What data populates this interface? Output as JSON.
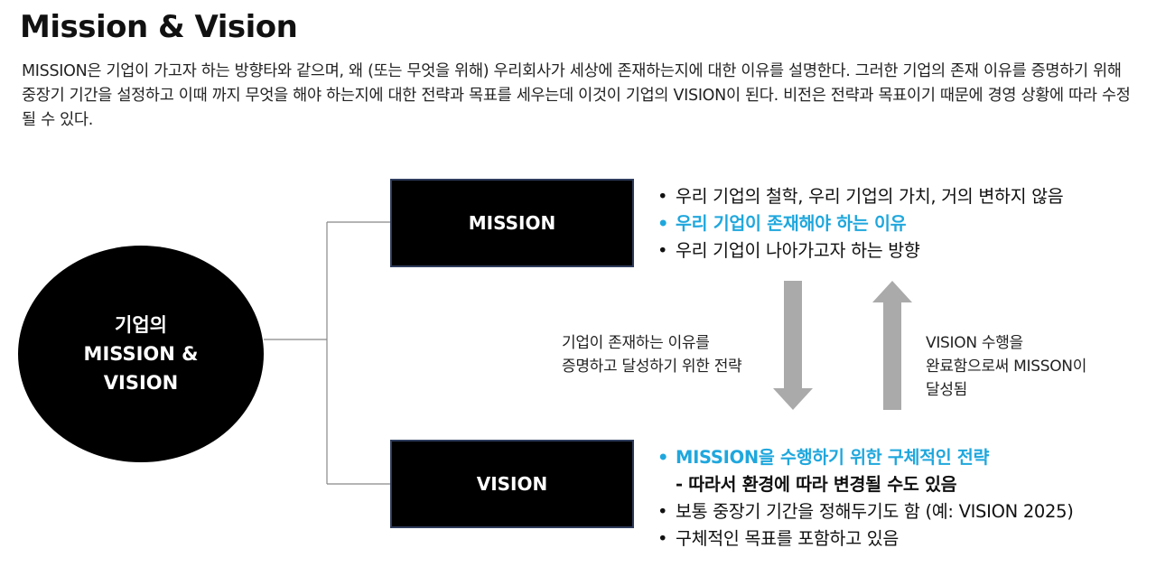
{
  "title": "Mission & Vision",
  "intro": "MISSION은 기업이 가고자 하는 방향타와 같으며, 왜 (또는 무엇을 위해) 우리회사가 세상에 존재하는지에 대한 이유를 설명한다. 그러한 기업의 존재 이유를 증명하기 위해 중장기 기간을 설정하고 이때 까지 무엇을 해야 하는지에 대한 전략과 목표를 세우는데 이것이 기업의 VISION이 된다. 비전은 전략과 목표이기 때문에 경영 상황에 따라 수정될 수 있다.",
  "circle": {
    "line1": "기업의",
    "line2": "MISSION &",
    "line3": "VISION"
  },
  "mission": {
    "label": "MISSION",
    "bullets": [
      "우리 기업의 철학, 우리 기업의 가치, 거의 변하지 않음",
      "우리 기업이 존재해야 하는 이유",
      "우리 기업이 나아가고자 하는 방향"
    ]
  },
  "vision": {
    "label": "VISION",
    "bullets": [
      "MISSION을 수행하기 위한 구체적인 전략",
      "- 따라서 환경에 따라 변경될 수도 있음",
      "보통 중장기 기간을 정해두기도 함 (예: VISION 2025)",
      "구체적인 목표를 포함하고 있음"
    ]
  },
  "notes": {
    "down_line1": "기업이 존재하는 이유를",
    "down_line2": "증명하고 달성하기 위한 전략",
    "up_line1": "VISION 수행을",
    "up_line2": "완료함으로써 MISSON이",
    "up_line3": "달성됨"
  },
  "colors": {
    "highlight": "#1fa7dd",
    "box_fill": "#000000",
    "box_border": "#2e3c5c",
    "arrow": "#aaaaaa",
    "connector": "#888888"
  },
  "icons": {
    "down_arrow": "down-arrow-icon",
    "up_arrow": "up-arrow-icon"
  }
}
